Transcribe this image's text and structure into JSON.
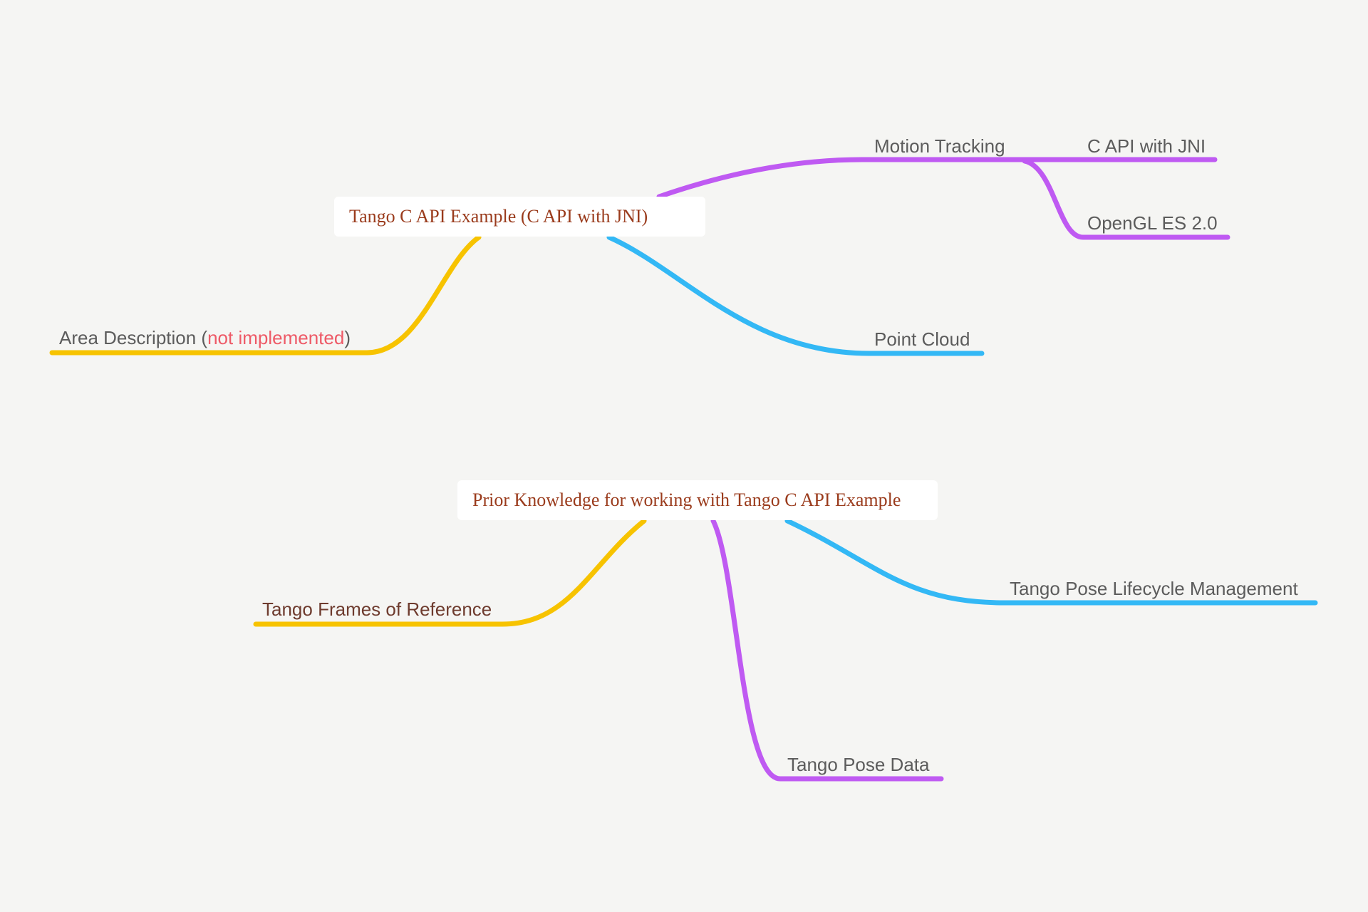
{
  "colors": {
    "background": "#f5f5f3",
    "yellow_branch": "#f7c300",
    "purple_branch": "#bf5af2",
    "blue_branch": "#33b8f5",
    "root_text": "#9a3b1c",
    "leaf_text": "#5c5c5c",
    "highlight_text": "#ee5a67"
  },
  "map1": {
    "root": "Tango C API Example (C API with JNI)",
    "motion_tracking": "Motion Tracking",
    "c_api_with_jni": "C API with JNI",
    "opengl": "OpenGL ES 2.0",
    "point_cloud": "Point Cloud",
    "area_description": {
      "prefix": "Area Description (",
      "highlight": "not implemented",
      "suffix": ")"
    }
  },
  "map2": {
    "root": "Prior Knowledge for working with Tango C API Example",
    "frames": "Tango Frames of Reference",
    "pose_data": "Tango Pose Data",
    "pose_lifecycle": "Tango Pose Lifecycle Management"
  }
}
